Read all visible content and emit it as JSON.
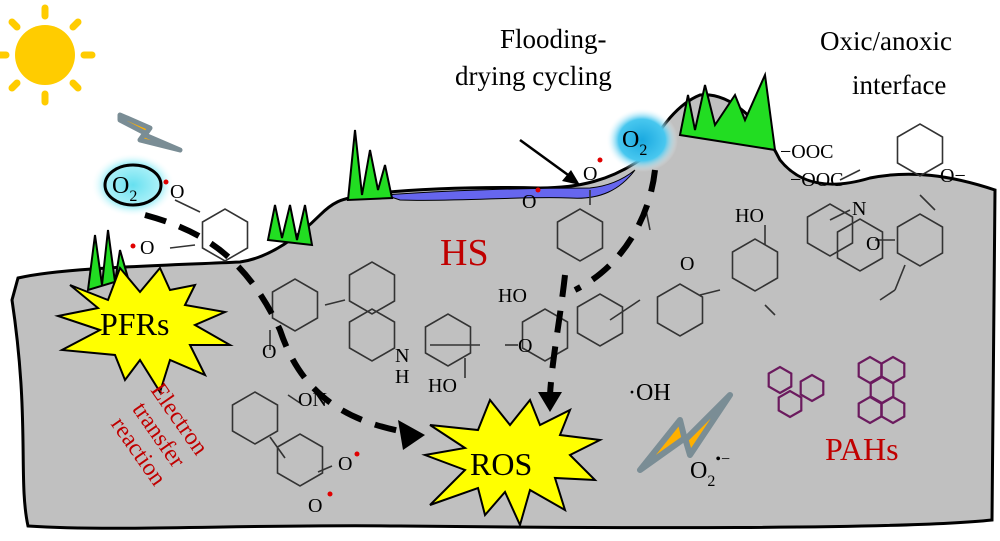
{
  "labels": {
    "oxic_line1": "Oxic/anoxic",
    "oxic_line2": "interface",
    "flooding_line1": "Flooding-",
    "flooding_line2": "drying cycling",
    "hs": "HS",
    "pfrs": "PFRs",
    "ros": "ROS",
    "pahs": "PAHs",
    "hydroxyl": "·OH",
    "superoxide": "O",
    "superoxide_sub": "2",
    "superoxide_sup": "•−",
    "electron_line1": "Electron",
    "electron_line2": "transfer",
    "electron_line3": "reaction",
    "o2_left": "O",
    "o2_left_sub": "2",
    "o2_right": "O",
    "o2_right_sub": "2"
  },
  "atoms": {
    "ooc_top": "−OOC",
    "ooc_bottom": "−OOC",
    "o_minus": "O−",
    "ho_1": "HO",
    "ho_2": "HO",
    "ho_3": "HO",
    "o_ketone_1": "O",
    "o_ketone_2": "O",
    "n_pyridinium": "N",
    "nh_n": "N",
    "nh_h": "H",
    "o_ether_1": "O",
    "o_ether_2": "O",
    "on": "ON",
    "o_rad_1": "O",
    "o_rad_2": "O",
    "o_rad_3": "O",
    "o_rad_4": "O",
    "o_rad_red_1": "O",
    "o_rad_red_2": "O"
  },
  "colors": {
    "soil": "#c0c0c0",
    "grass": "#22dd22",
    "water": "#6666ee",
    "sun": "#ffcc00",
    "burst": "#ffff00",
    "red_text": "#c00000",
    "pah": "#6b1a5e",
    "o2_glow": "#66e0f0"
  }
}
